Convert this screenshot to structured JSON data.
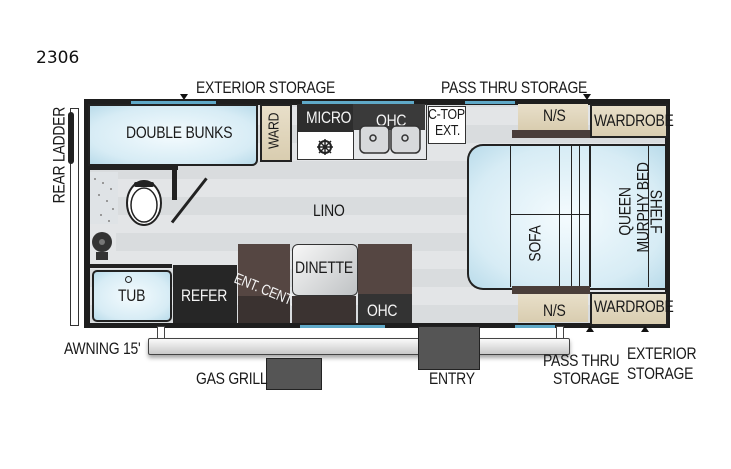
{
  "model_number": "2306",
  "labels": {
    "exterior_storage_top": "EXTERIOR STORAGE",
    "pass_thru_storage_top": "PASS THRU STORAGE",
    "rear_ladder": "REAR LADDER",
    "double_bunks": "DOUBLE BUNKS",
    "ward": "WARD",
    "micro": "MICRO",
    "ohc_kitchen": "OHC",
    "ctop_ext_line1": "C-TOP",
    "ctop_ext_line2": "EXT.",
    "ns_top": "N/S",
    "wardrobe_top": "WARDROBE",
    "lino": "LINO",
    "sofa": "SOFA",
    "queen_murphy_line1": "QUEEN",
    "queen_murphy_line2": "MURPHY BED",
    "shelf": "SHELF",
    "tub": "TUB",
    "refer": "REFER",
    "ent_center": "ENT. CENTER",
    "dinette": "DINETTE",
    "ohc_dinette": "OHC",
    "ns_bottom": "N/S",
    "wardrobe_bottom": "WARDROBE",
    "awning": "AWNING 15'",
    "gas_grill": "GAS GRILL",
    "entry": "ENTRY",
    "pass_thru_storage_bottom_line1": "PASS THRU",
    "pass_thru_storage_bottom_line2": "STORAGE",
    "exterior_storage_bottom_line1": "EXTERIOR",
    "exterior_storage_bottom_line2": "STORAGE"
  },
  "icons": {
    "stove": "stove-burner-icon",
    "sink": "double-sink-icon",
    "toilet": "toilet-icon",
    "shower": "shower-icon",
    "water_heater": "water-heater-icon"
  }
}
